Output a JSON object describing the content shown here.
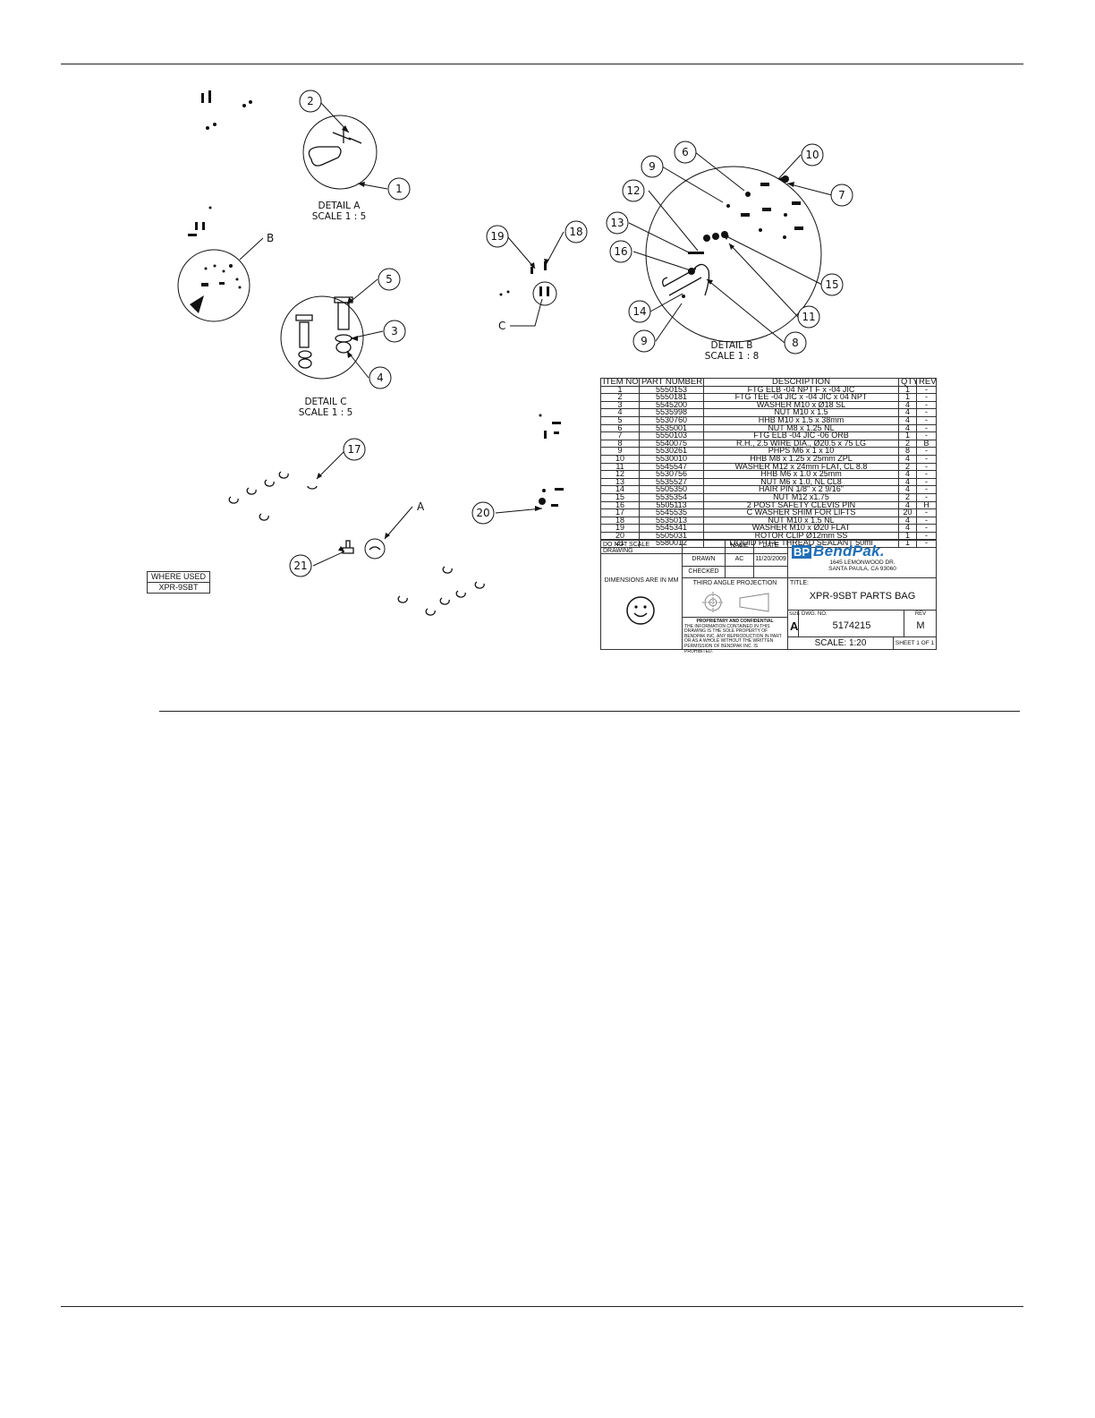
{
  "callouts": {
    "c1": "1",
    "c2": "2",
    "c3": "3",
    "c4": "4",
    "c5": "5",
    "c6": "6",
    "c7": "7",
    "c8": "8",
    "c9a": "9",
    "c9b": "9",
    "c10": "10",
    "c11": "11",
    "c12": "12",
    "c13": "13",
    "c14": "14",
    "c15": "15",
    "c16": "16",
    "c17": "17",
    "c18": "18",
    "c19": "19",
    "c20": "20",
    "c21": "21"
  },
  "detail_letters": {
    "a": "A",
    "b": "B",
    "c": "C"
  },
  "details": {
    "a": {
      "name": "DETAIL A",
      "scale": "SCALE 1 : 5"
    },
    "b": {
      "name": "DETAIL B",
      "scale": "SCALE 1 : 8"
    },
    "c": {
      "name": "DETAIL C",
      "scale": "SCALE 1 : 5"
    }
  },
  "parts_table": {
    "headers": [
      "ITEM NO.",
      "PART NUMBER",
      "DESCRIPTION",
      "QTY",
      "REV"
    ],
    "rows": [
      [
        "1",
        "5550153",
        "FTG ELB -04 NPT F x -04 JIC",
        "1",
        "-"
      ],
      [
        "2",
        "5550181",
        "FTG TEE -04 JIC x -04 JIC x 04 NPT",
        "1",
        "-"
      ],
      [
        "3",
        "5545200",
        "WASHER M10 x Ø18 SL",
        "4",
        "-"
      ],
      [
        "4",
        "5535998",
        "NUT M10 x 1.5",
        "4",
        "-"
      ],
      [
        "5",
        "5530760",
        "HHB M10 x 1.5 x 38mm",
        "4",
        "-"
      ],
      [
        "6",
        "5535001",
        "NUT M8 x 1.25 NL",
        "4",
        "-"
      ],
      [
        "7",
        "5550103",
        "FTG ELB -04 JIC -06 ORB",
        "1",
        "-"
      ],
      [
        "8",
        "5540075",
        "R.H., 2.5 WIRE DIA., Ø20.5 x 75 LG",
        "2",
        "B"
      ],
      [
        "9",
        "5530261",
        "PHPS M6 x 1 x 10",
        "8",
        "-"
      ],
      [
        "10",
        "5530010",
        "HHB M8 x 1.25 x 25mm ZPL",
        "4",
        "-"
      ],
      [
        "11",
        "5545547",
        "WASHER M12 x 24mm FLAT, CL 8.8",
        "2",
        "-"
      ],
      [
        "12",
        "5530756",
        "HHB M6 x 1.0 x 25mm",
        "4",
        "-"
      ],
      [
        "13",
        "5535527",
        "NUT M6 x 1.0, NL CL8",
        "4",
        "-"
      ],
      [
        "14",
        "5505350",
        "HAIR PIN 1/8\" x 2 9/16\"",
        "4",
        "-"
      ],
      [
        "15",
        "5535354",
        "NUT M12 x1.75",
        "2",
        "-"
      ],
      [
        "16",
        "5505113",
        "2 POST SAFETY CLEVIS PIN",
        "4",
        "H"
      ],
      [
        "17",
        "5545535",
        "C WASHER SHIM FOR LIFTS",
        "20",
        "-"
      ],
      [
        "18",
        "5535013",
        "NUT M10 x 1.5 NL",
        "4",
        "-"
      ],
      [
        "19",
        "5545341",
        "WASHER M10 x Ø20 FLAT",
        "4",
        "-"
      ],
      [
        "20",
        "5505031",
        "ROTOR CLIP Ø12mm SS",
        "1",
        "-"
      ],
      [
        "21",
        "5580012",
        "LIQUID PTFE THREAD SEALANT 50ml",
        "1",
        "-"
      ]
    ]
  },
  "title_block": {
    "do_not_scale": "DO NOT SCALE DRAWING",
    "name_header": "NAME",
    "date_header": "DATE",
    "drawn_label": "DRAWN",
    "drawn_name": "AC",
    "drawn_date": "11/20/2009",
    "checked_label": "CHECKED",
    "dimensions_note": "DIMENSIONS ARE IN MM",
    "projection": "THIRD ANGLE PROJECTION",
    "confidential_title": "PROPRIETARY AND CONFIDENTIAL",
    "confidential_text": "THE INFORMATION CONTAINED IN THIS DRAWING IS THE SOLE PROPERTY OF BENDPAK INC. ANY REPRODUCTION IN PART OR AS A WHOLE WITHOUT THE WRITTEN PERMISSION OF BENDPAK INC. IS PROHIBITED.",
    "logo_mark": "BP",
    "logo_name": "BendPak.",
    "address_1": "1645 LEMONWOOD DR.",
    "address_2": "SANTA PAULA, CA 93060",
    "title_label": "TITLE:",
    "title": "XPR-9SBT PARTS BAG",
    "size_label": "SIZE",
    "size": "A",
    "dwg_label": "DWG. NO.",
    "dwg_no": "5174215",
    "rev_label": "REV",
    "rev": "M",
    "scale": "SCALE: 1:20",
    "sheet": "SHEET 1 OF 1"
  },
  "where_used": {
    "label": "WHERE USED",
    "value": "XPR-9SBT"
  }
}
